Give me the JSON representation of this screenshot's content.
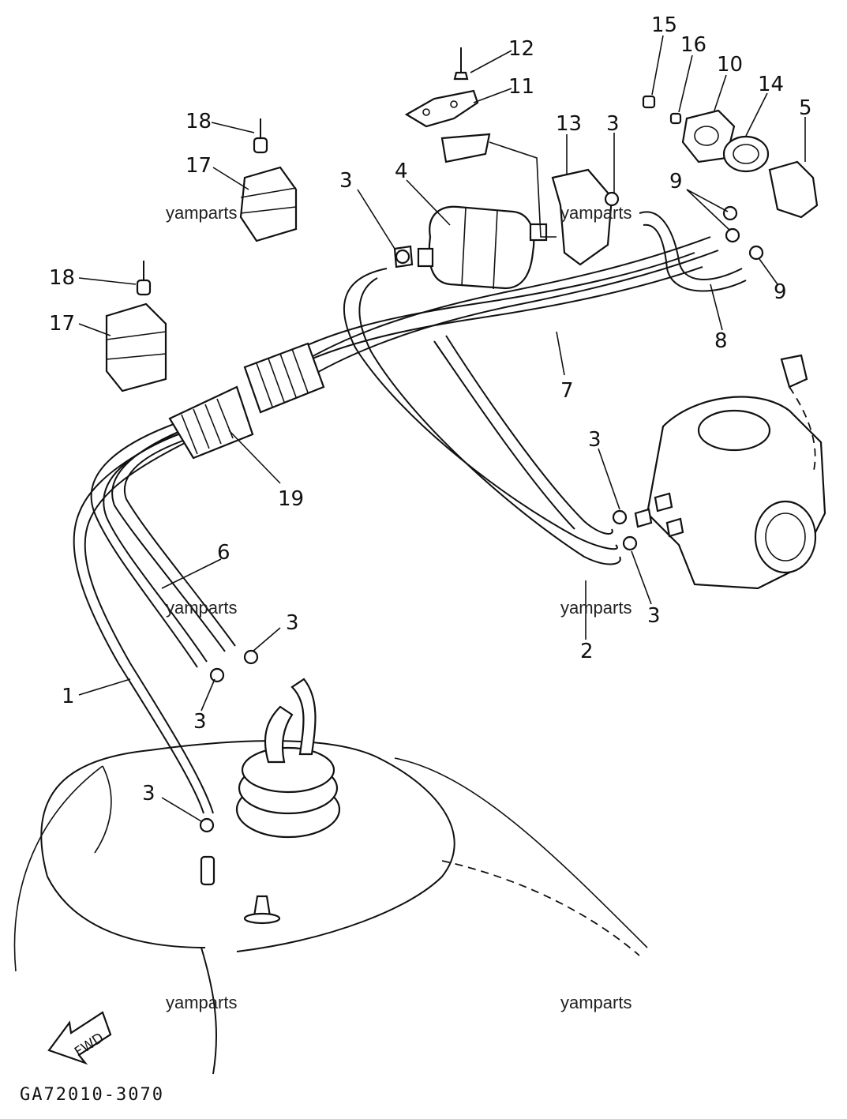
{
  "callouts": [
    {
      "id": "c1",
      "text": "1"
    },
    {
      "id": "c2",
      "text": "2"
    },
    {
      "id": "c3a",
      "text": "3"
    },
    {
      "id": "c3b",
      "text": "3"
    },
    {
      "id": "c3c",
      "text": "3"
    },
    {
      "id": "c3d",
      "text": "3"
    },
    {
      "id": "c3e",
      "text": "3"
    },
    {
      "id": "c3f",
      "text": "3"
    },
    {
      "id": "c3g",
      "text": "3"
    },
    {
      "id": "c4",
      "text": "4"
    },
    {
      "id": "c5",
      "text": "5"
    },
    {
      "id": "c6",
      "text": "6"
    },
    {
      "id": "c7",
      "text": "7"
    },
    {
      "id": "c8",
      "text": "8"
    },
    {
      "id": "c9a",
      "text": "9"
    },
    {
      "id": "c9b",
      "text": "9"
    },
    {
      "id": "c10",
      "text": "10"
    },
    {
      "id": "c11",
      "text": "11"
    },
    {
      "id": "c12",
      "text": "12"
    },
    {
      "id": "c13",
      "text": "13"
    },
    {
      "id": "c14",
      "text": "14"
    },
    {
      "id": "c15",
      "text": "15"
    },
    {
      "id": "c16",
      "text": "16"
    },
    {
      "id": "c17a",
      "text": "17"
    },
    {
      "id": "c17b",
      "text": "17"
    },
    {
      "id": "c18a",
      "text": "18"
    },
    {
      "id": "c18b",
      "text": "18"
    },
    {
      "id": "c19",
      "text": "19"
    }
  ],
  "watermark": "yamparts",
  "fwd_label": "FWD",
  "diagram_code": "GA72010-3070"
}
